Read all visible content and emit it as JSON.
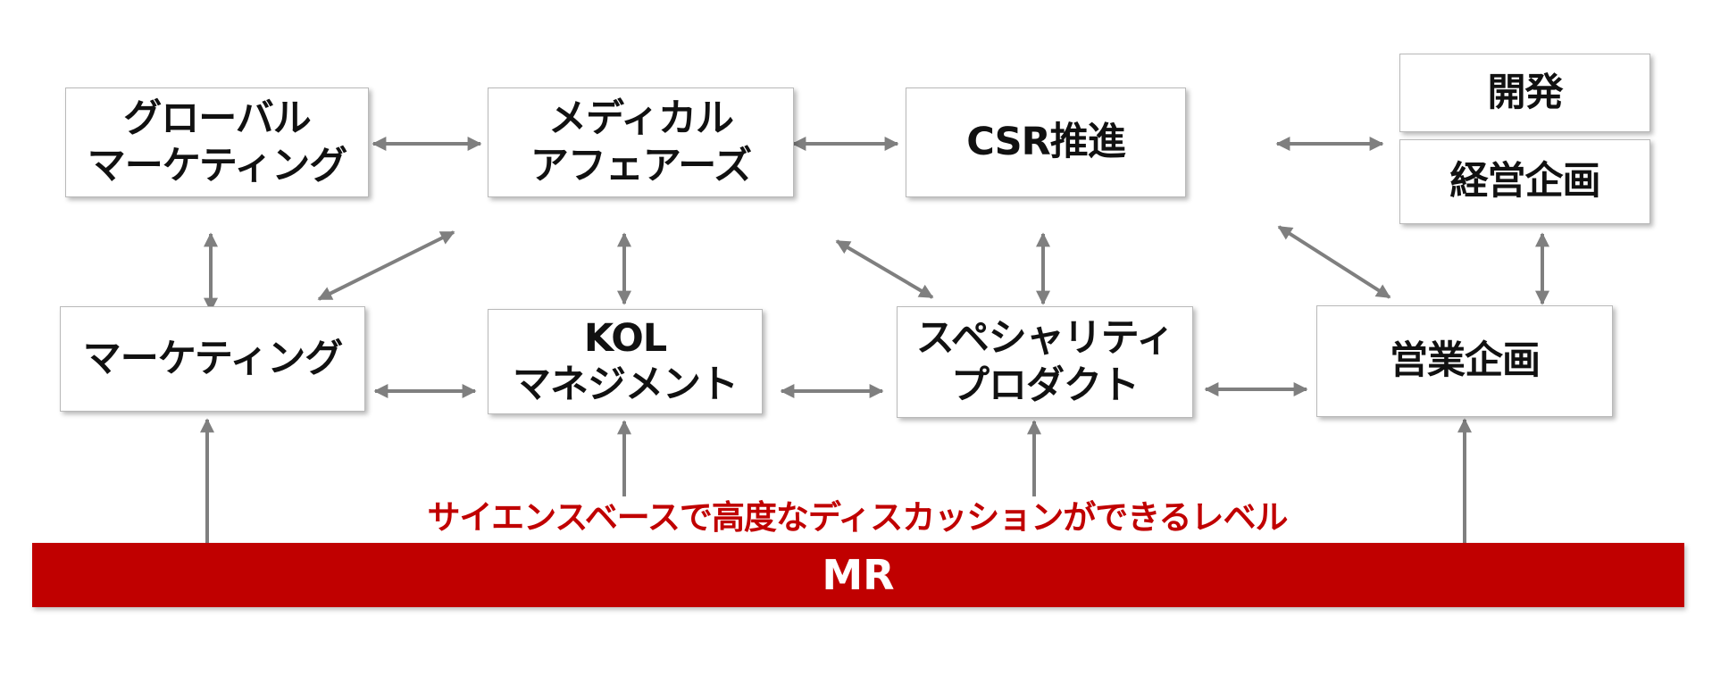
{
  "nodes": {
    "global_marketing": [
      "グローバル",
      "マーケティング"
    ],
    "medical_affairs": [
      "メディカル",
      "アフェアーズ"
    ],
    "csr": [
      "CSR推進"
    ],
    "development": [
      "開発"
    ],
    "corporate_planning": [
      "経営企画"
    ],
    "marketing": [
      "マーケティング"
    ],
    "kol_management": [
      "KOL",
      "マネジメント"
    ],
    "specialty_product": [
      "スペシャリティ",
      "プロダクト"
    ],
    "sales_planning": [
      "営業企画"
    ]
  },
  "caption": "サイエンスベースで高度なディスカッションができるレベル",
  "base_bar": "MR",
  "colors": {
    "accent": "#c00000",
    "arrow": "#7f7f7f",
    "box_border": "#b9b9b9"
  }
}
